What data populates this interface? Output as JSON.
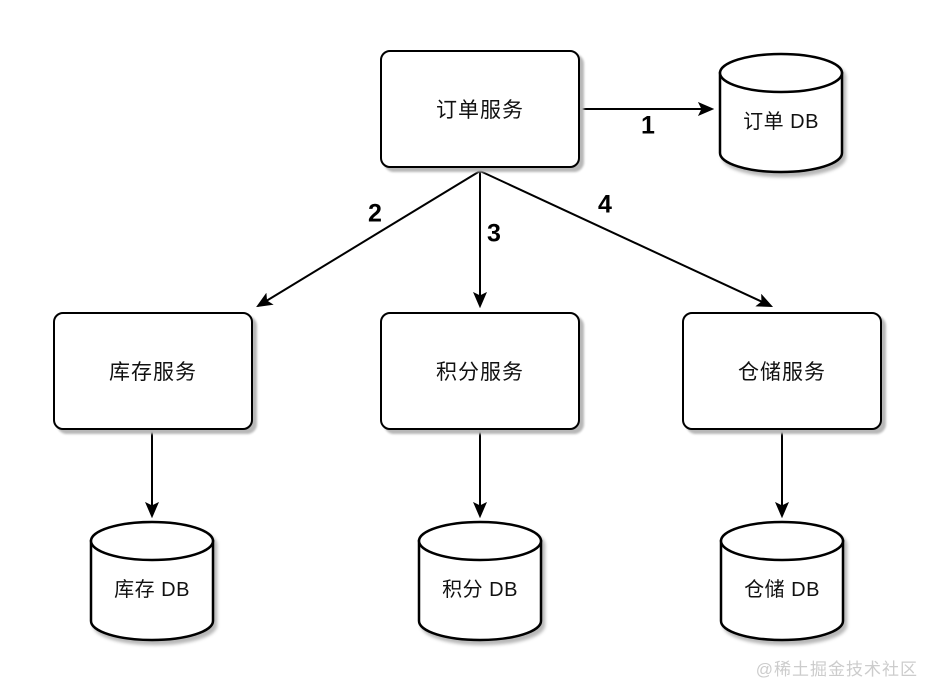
{
  "diagram": {
    "title_hint": "order-service-fanout-architecture",
    "nodes": {
      "order_service": {
        "label": "订单服务",
        "type": "service"
      },
      "order_db": {
        "label": "订单 DB",
        "type": "database"
      },
      "inventory_service": {
        "label": "库存服务",
        "type": "service"
      },
      "points_service": {
        "label": "积分服务",
        "type": "service"
      },
      "warehouse_service": {
        "label": "仓储服务",
        "type": "service"
      },
      "inventory_db": {
        "label": "库存 DB",
        "type": "database"
      },
      "points_db": {
        "label": "积分 DB",
        "type": "database"
      },
      "warehouse_db": {
        "label": "仓储 DB",
        "type": "database"
      }
    },
    "edges": [
      {
        "from": "order_service",
        "to": "order_db",
        "label": "1"
      },
      {
        "from": "order_service",
        "to": "inventory_service",
        "label": "2"
      },
      {
        "from": "order_service",
        "to": "points_service",
        "label": "3"
      },
      {
        "from": "order_service",
        "to": "warehouse_service",
        "label": "4"
      },
      {
        "from": "inventory_service",
        "to": "inventory_db",
        "label": ""
      },
      {
        "from": "points_service",
        "to": "points_db",
        "label": ""
      },
      {
        "from": "warehouse_service",
        "to": "warehouse_db",
        "label": ""
      }
    ],
    "watermark": "@稀土掘金技术社区",
    "colors": {
      "node_fill": "#ffffff",
      "node_stroke": "#000000",
      "shadow": "#b8b8b8",
      "watermark": "#cccccc"
    }
  }
}
